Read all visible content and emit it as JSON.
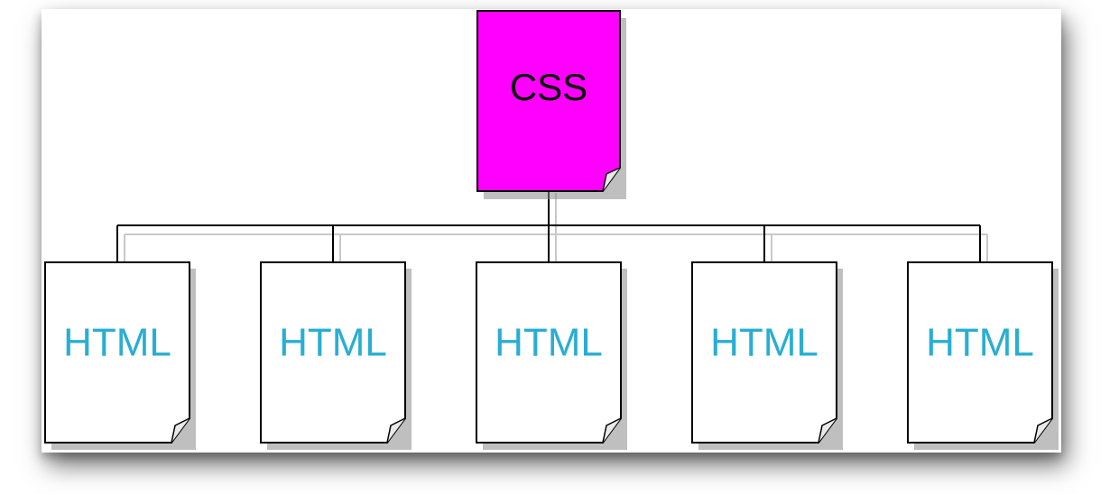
{
  "diagram": {
    "root": {
      "label": "CSS",
      "fill": "#ff00ff",
      "text_color": "#000000"
    },
    "children": [
      {
        "label": "HTML"
      },
      {
        "label": "HTML"
      },
      {
        "label": "HTML"
      },
      {
        "label": "HTML"
      },
      {
        "label": "HTML"
      }
    ],
    "child_style": {
      "fill": "#ffffff",
      "text_color": "#29aed3"
    },
    "connector_color": "#000000"
  }
}
